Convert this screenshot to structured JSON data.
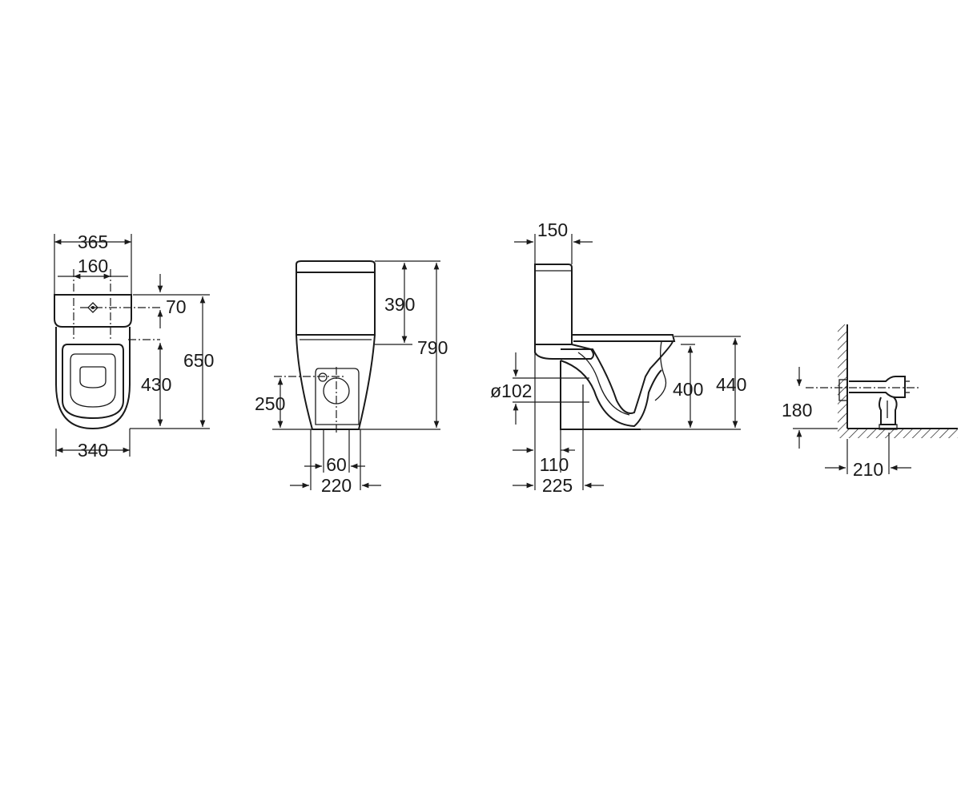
{
  "diagram": {
    "colors": {
      "line": "#1a1a1a",
      "background": "#ffffff"
    },
    "views": {
      "front": {
        "width_top": "365",
        "inlet_spacing": "160",
        "inlet_offset": "70",
        "seat_height": "430",
        "total_depth": "650",
        "width_bottom": "340"
      },
      "back": {
        "tank_height": "390",
        "total_height": "790",
        "outlet_height": "250",
        "base_inner": "60",
        "base_width": "220"
      },
      "side": {
        "tank_depth": "150",
        "outlet_diameter": "ø102",
        "bowl_height": "400",
        "rim_height": "440",
        "outlet_offset": "110",
        "base_offset": "225"
      },
      "connection": {
        "pipe_height": "180",
        "wall_distance": "210"
      }
    }
  }
}
